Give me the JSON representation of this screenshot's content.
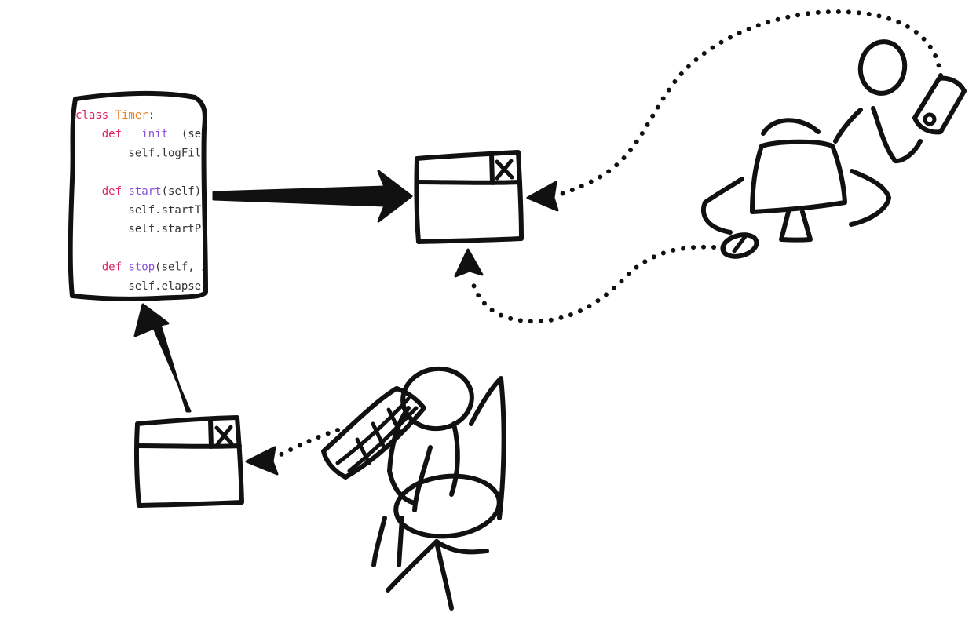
{
  "code_document": {
    "lines": [
      [
        {
          "t": "class ",
          "c": "kw"
        },
        {
          "t": "Timer",
          "c": "cls"
        },
        {
          "t": ":",
          "c": "plain"
        }
      ],
      [
        {
          "t": "    ",
          "c": "plain"
        },
        {
          "t": "def ",
          "c": "kw"
        },
        {
          "t": "__init__",
          "c": "fn"
        },
        {
          "t": "(se",
          "c": "plain"
        }
      ],
      [
        {
          "t": "        self.logFil",
          "c": "plain"
        }
      ],
      [
        {
          "t": "",
          "c": "plain"
        }
      ],
      [
        {
          "t": "    ",
          "c": "plain"
        },
        {
          "t": "def ",
          "c": "kw"
        },
        {
          "t": "start",
          "c": "fn"
        },
        {
          "t": "(self)",
          "c": "plain"
        }
      ],
      [
        {
          "t": "        self.startT",
          "c": "plain"
        }
      ],
      [
        {
          "t": "        self.startP",
          "c": "plain"
        }
      ],
      [
        {
          "t": "",
          "c": "plain"
        }
      ],
      [
        {
          "t": "    ",
          "c": "plain"
        },
        {
          "t": "def ",
          "c": "kw"
        },
        {
          "t": "stop",
          "c": "fn"
        },
        {
          "t": "(self, i",
          "c": "plain"
        }
      ],
      [
        {
          "t": "        self.elapse",
          "c": "plain"
        }
      ]
    ],
    "syntax_colors": {
      "kw": "#e0245e",
      "cls": "#e8831f",
      "fn": "#8a4fd8",
      "plain": "#333333"
    }
  },
  "icons": {
    "top_window": "window-close-icon",
    "bottom_window": "window-close-icon",
    "person_phone": "person-with-phone-icon",
    "computer": "computer-monitor-with-mouse-icon",
    "person_chair": "person-at-keyboard-in-chair-icon"
  },
  "colors": {
    "ink": "#111111",
    "background": "#ffffff"
  }
}
